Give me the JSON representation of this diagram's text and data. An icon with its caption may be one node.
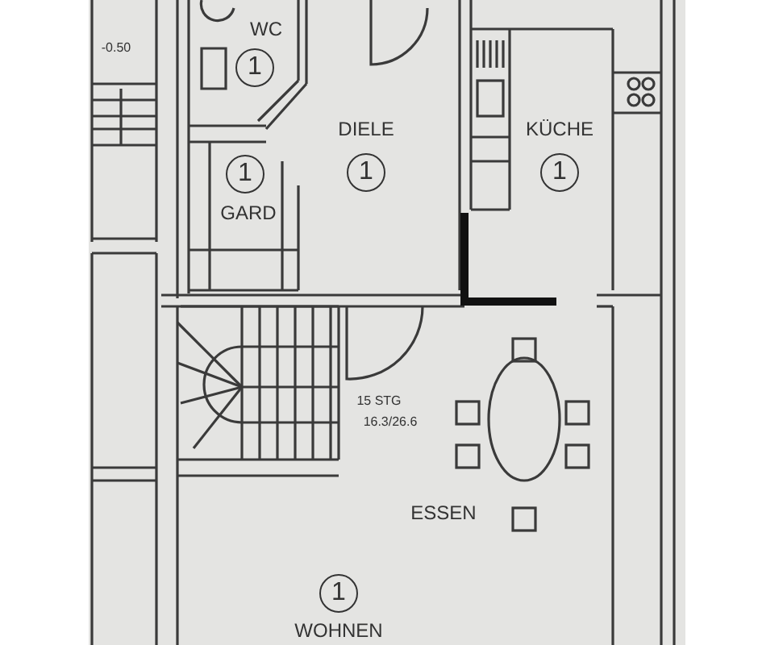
{
  "diagram": {
    "labels": [
      "WC",
      "1",
      "-0.50",
      "DIELE",
      "KÜCHE",
      "1",
      "1",
      "1",
      "GARD",
      "15 STG",
      "16.3/26.6",
      "ESSEN",
      "1",
      "WOHNEN"
    ]
  }
}
